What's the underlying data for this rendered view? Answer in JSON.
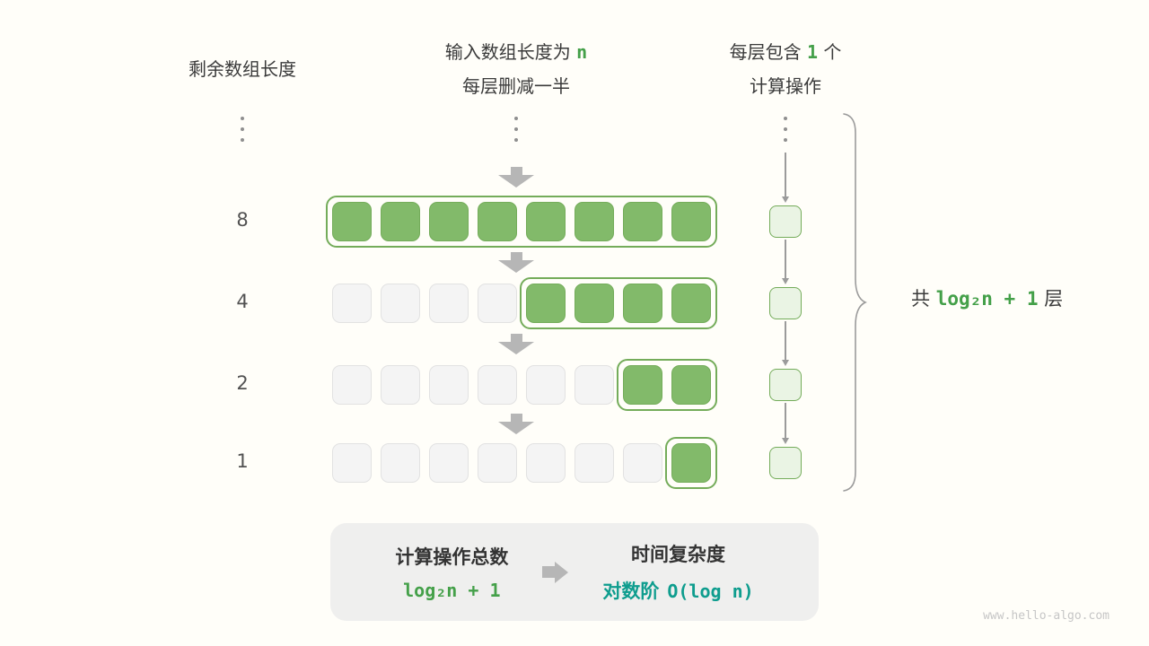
{
  "header": {
    "left": "剩余数组长度",
    "center_line1_prefix": "输入数组长度为 ",
    "center_line1_n": "n",
    "center_line2": "每层删减一半",
    "right_line1_prefix": "每层包含 ",
    "right_line1_count": "1",
    "right_line1_suffix": " 个",
    "right_line2": "计算操作"
  },
  "rows": [
    {
      "label": "8",
      "total": 8,
      "green": 8
    },
    {
      "label": "4",
      "total": 8,
      "green": 4
    },
    {
      "label": "2",
      "total": 8,
      "green": 2
    },
    {
      "label": "1",
      "total": 8,
      "green": 1
    }
  ],
  "layers_label": {
    "prefix": "共 ",
    "formula": "log₂n + 1",
    "suffix": " 层"
  },
  "summary": {
    "ops_title": "计算操作总数",
    "ops_formula": "log₂n + 1",
    "time_title": "时间复杂度",
    "time_class": "对数阶",
    "time_formula": "O(log n)"
  },
  "watermark": "www.hello-algo.com",
  "colors": {
    "green_fill": "#82BA6A",
    "green_border": "#74AC5A",
    "light_green_fill": "#EAF4E4",
    "empty_fill": "#F4F4F4",
    "empty_border": "#E2E2E2",
    "accent_text": "#44A049",
    "teal_text": "#0E9D8E",
    "arrow_gray": "#B6B6B6"
  }
}
